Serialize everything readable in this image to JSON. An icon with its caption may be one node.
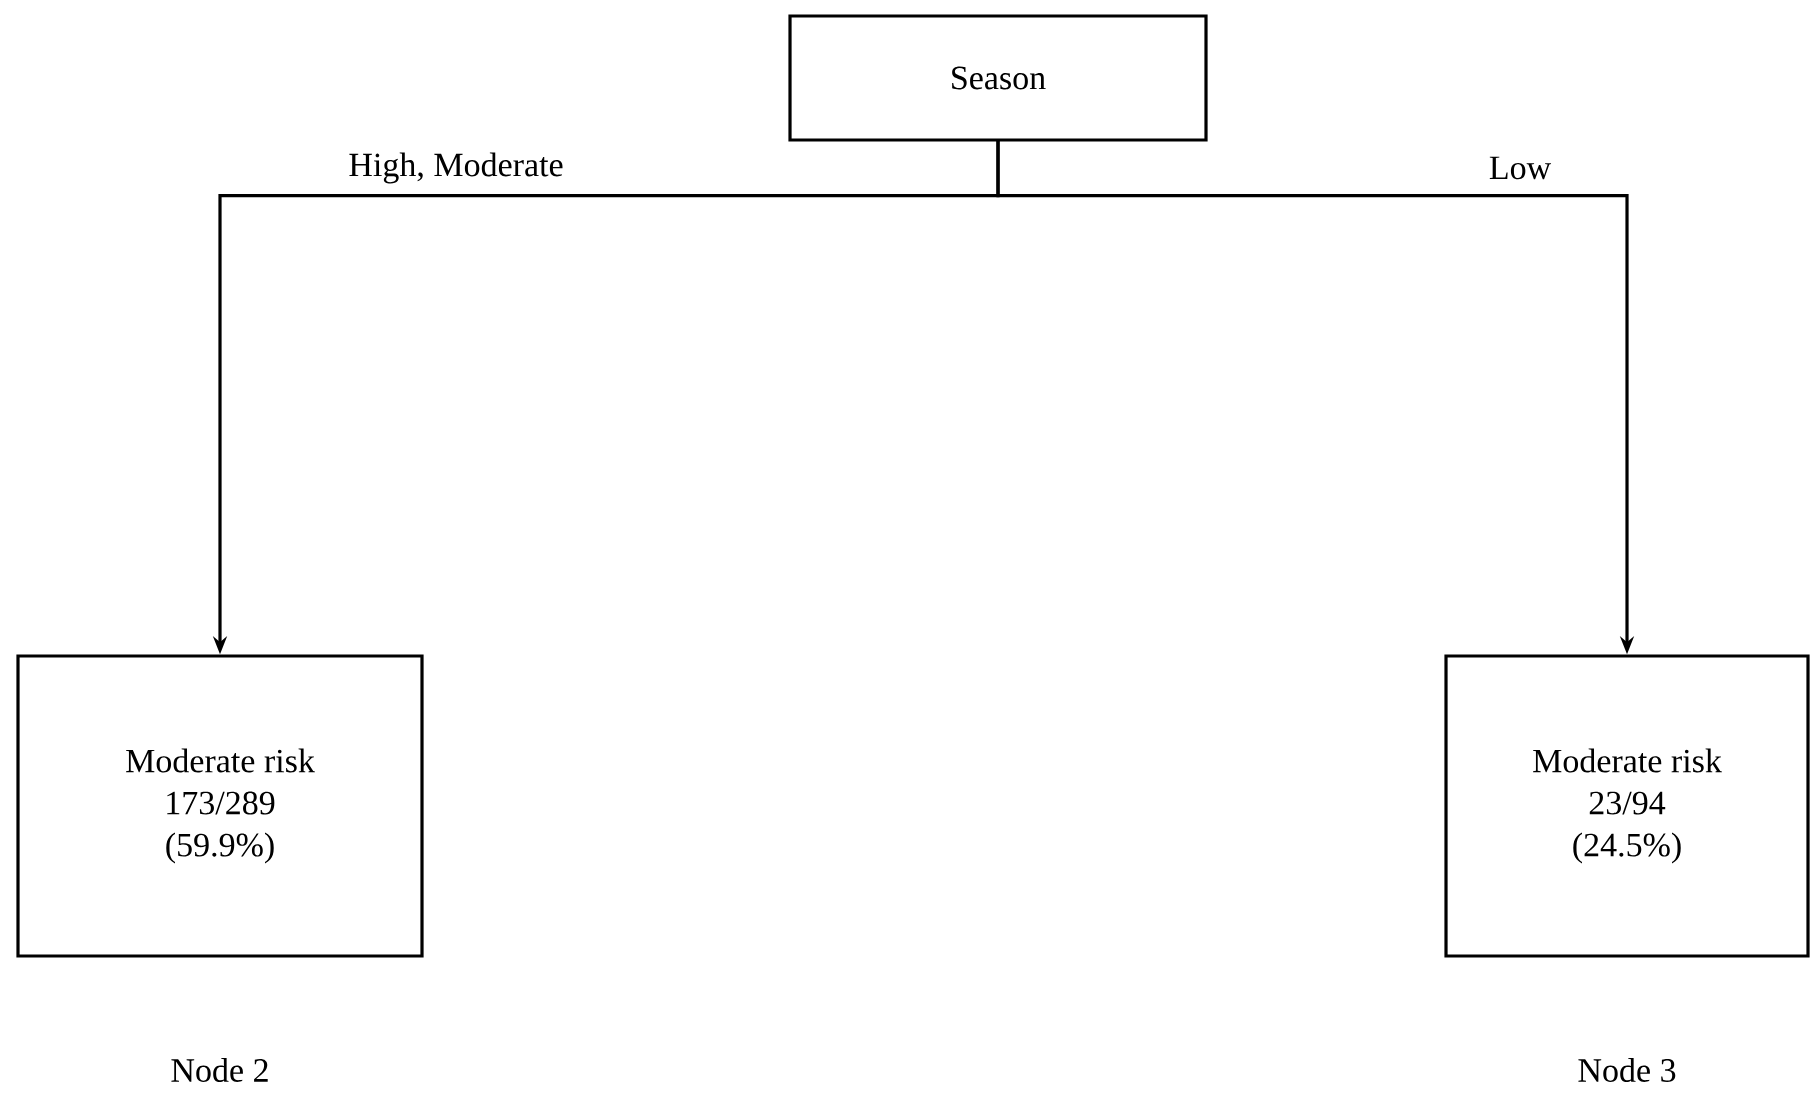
{
  "diagram": {
    "nodes": [
      {
        "text": [
          "Season"
        ]
      },
      {
        "text": [
          "Moderate risk",
          "173/289",
          "(59.9%)"
        ],
        "beside": [
          "Node 2"
        ]
      },
      {
        "text": [
          "Moderate risk",
          "23/94",
          "(24.5%)"
        ],
        "beside": [
          "Node 3"
        ]
      }
    ],
    "edges": [
      {
        "from": 0,
        "to": 1,
        "arrow": "to",
        "label": "High, Moderate"
      },
      {
        "from": 0,
        "to": 2,
        "arrow": "to",
        "label": "Low"
      }
    ]
  }
}
